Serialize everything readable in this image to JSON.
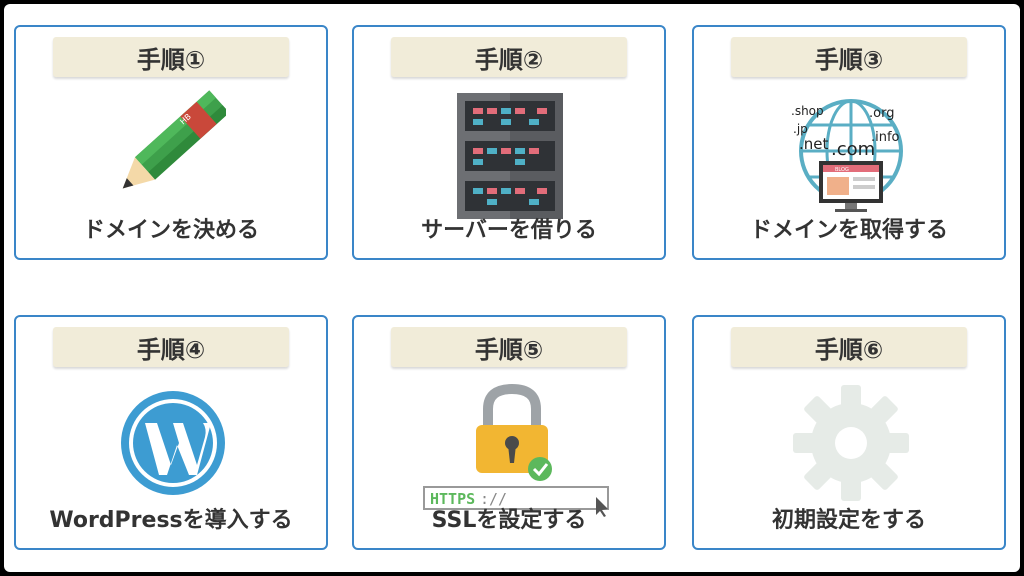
{
  "steps": [
    {
      "tag": "手順①",
      "label": "ドメインを決める",
      "icon": "pencil-icon"
    },
    {
      "tag": "手順②",
      "label": "サーバーを借りる",
      "icon": "server-icon"
    },
    {
      "tag": "手順③",
      "label": "ドメインを取得する",
      "icon": "domain-globe-icon"
    },
    {
      "tag": "手順④",
      "label": "WordPressを導入する",
      "icon": "wordpress-icon"
    },
    {
      "tag": "手順⑤",
      "label": "SSLを設定する",
      "icon": "ssl-lock-icon"
    },
    {
      "tag": "手順⑥",
      "label": "初期設定をする",
      "icon": "gear-icon"
    }
  ],
  "icon_text": {
    "pencil": "HB",
    "globe": {
      "shop": ".shop",
      "org": ".org",
      "jp": ".jp",
      "net": ".net",
      "com": ".com",
      "info": ".info",
      "blog": "BLOG"
    },
    "ssl": "HTTPS",
    "ssl_rest": "://"
  },
  "colors": {
    "border": "#3a86c8",
    "tag_bg": "#f1ecd9",
    "text": "#333333",
    "wordpress": "#3d9cd2",
    "lock": "#f2b632",
    "check": "#5cb85c",
    "gear": "#e6ebe7"
  }
}
